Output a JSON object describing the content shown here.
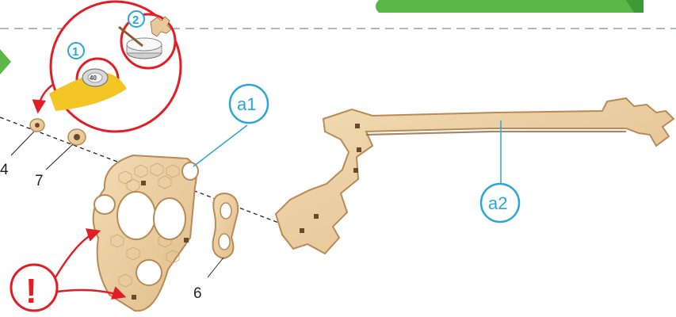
{
  "callouts": {
    "a1": "a1",
    "a2": "a2"
  },
  "part_numbers": {
    "p4": "4",
    "p7": "7",
    "p6": "6"
  },
  "steps": {
    "step1": "1",
    "step2": "2"
  },
  "tape_label": "40",
  "warning_symbol": "!",
  "colors": {
    "callout_blue": "#2aa6d8",
    "warning_red": "#e21d25",
    "wood": "#e9c99a",
    "wood_edge": "#b98a55",
    "accent_green": "#59b848",
    "dash_gray": "#9aa0a6"
  },
  "icons": [
    "tape-roll-icon",
    "wax-candle-icon",
    "warning-exclamation-icon",
    "arrow-icon"
  ]
}
